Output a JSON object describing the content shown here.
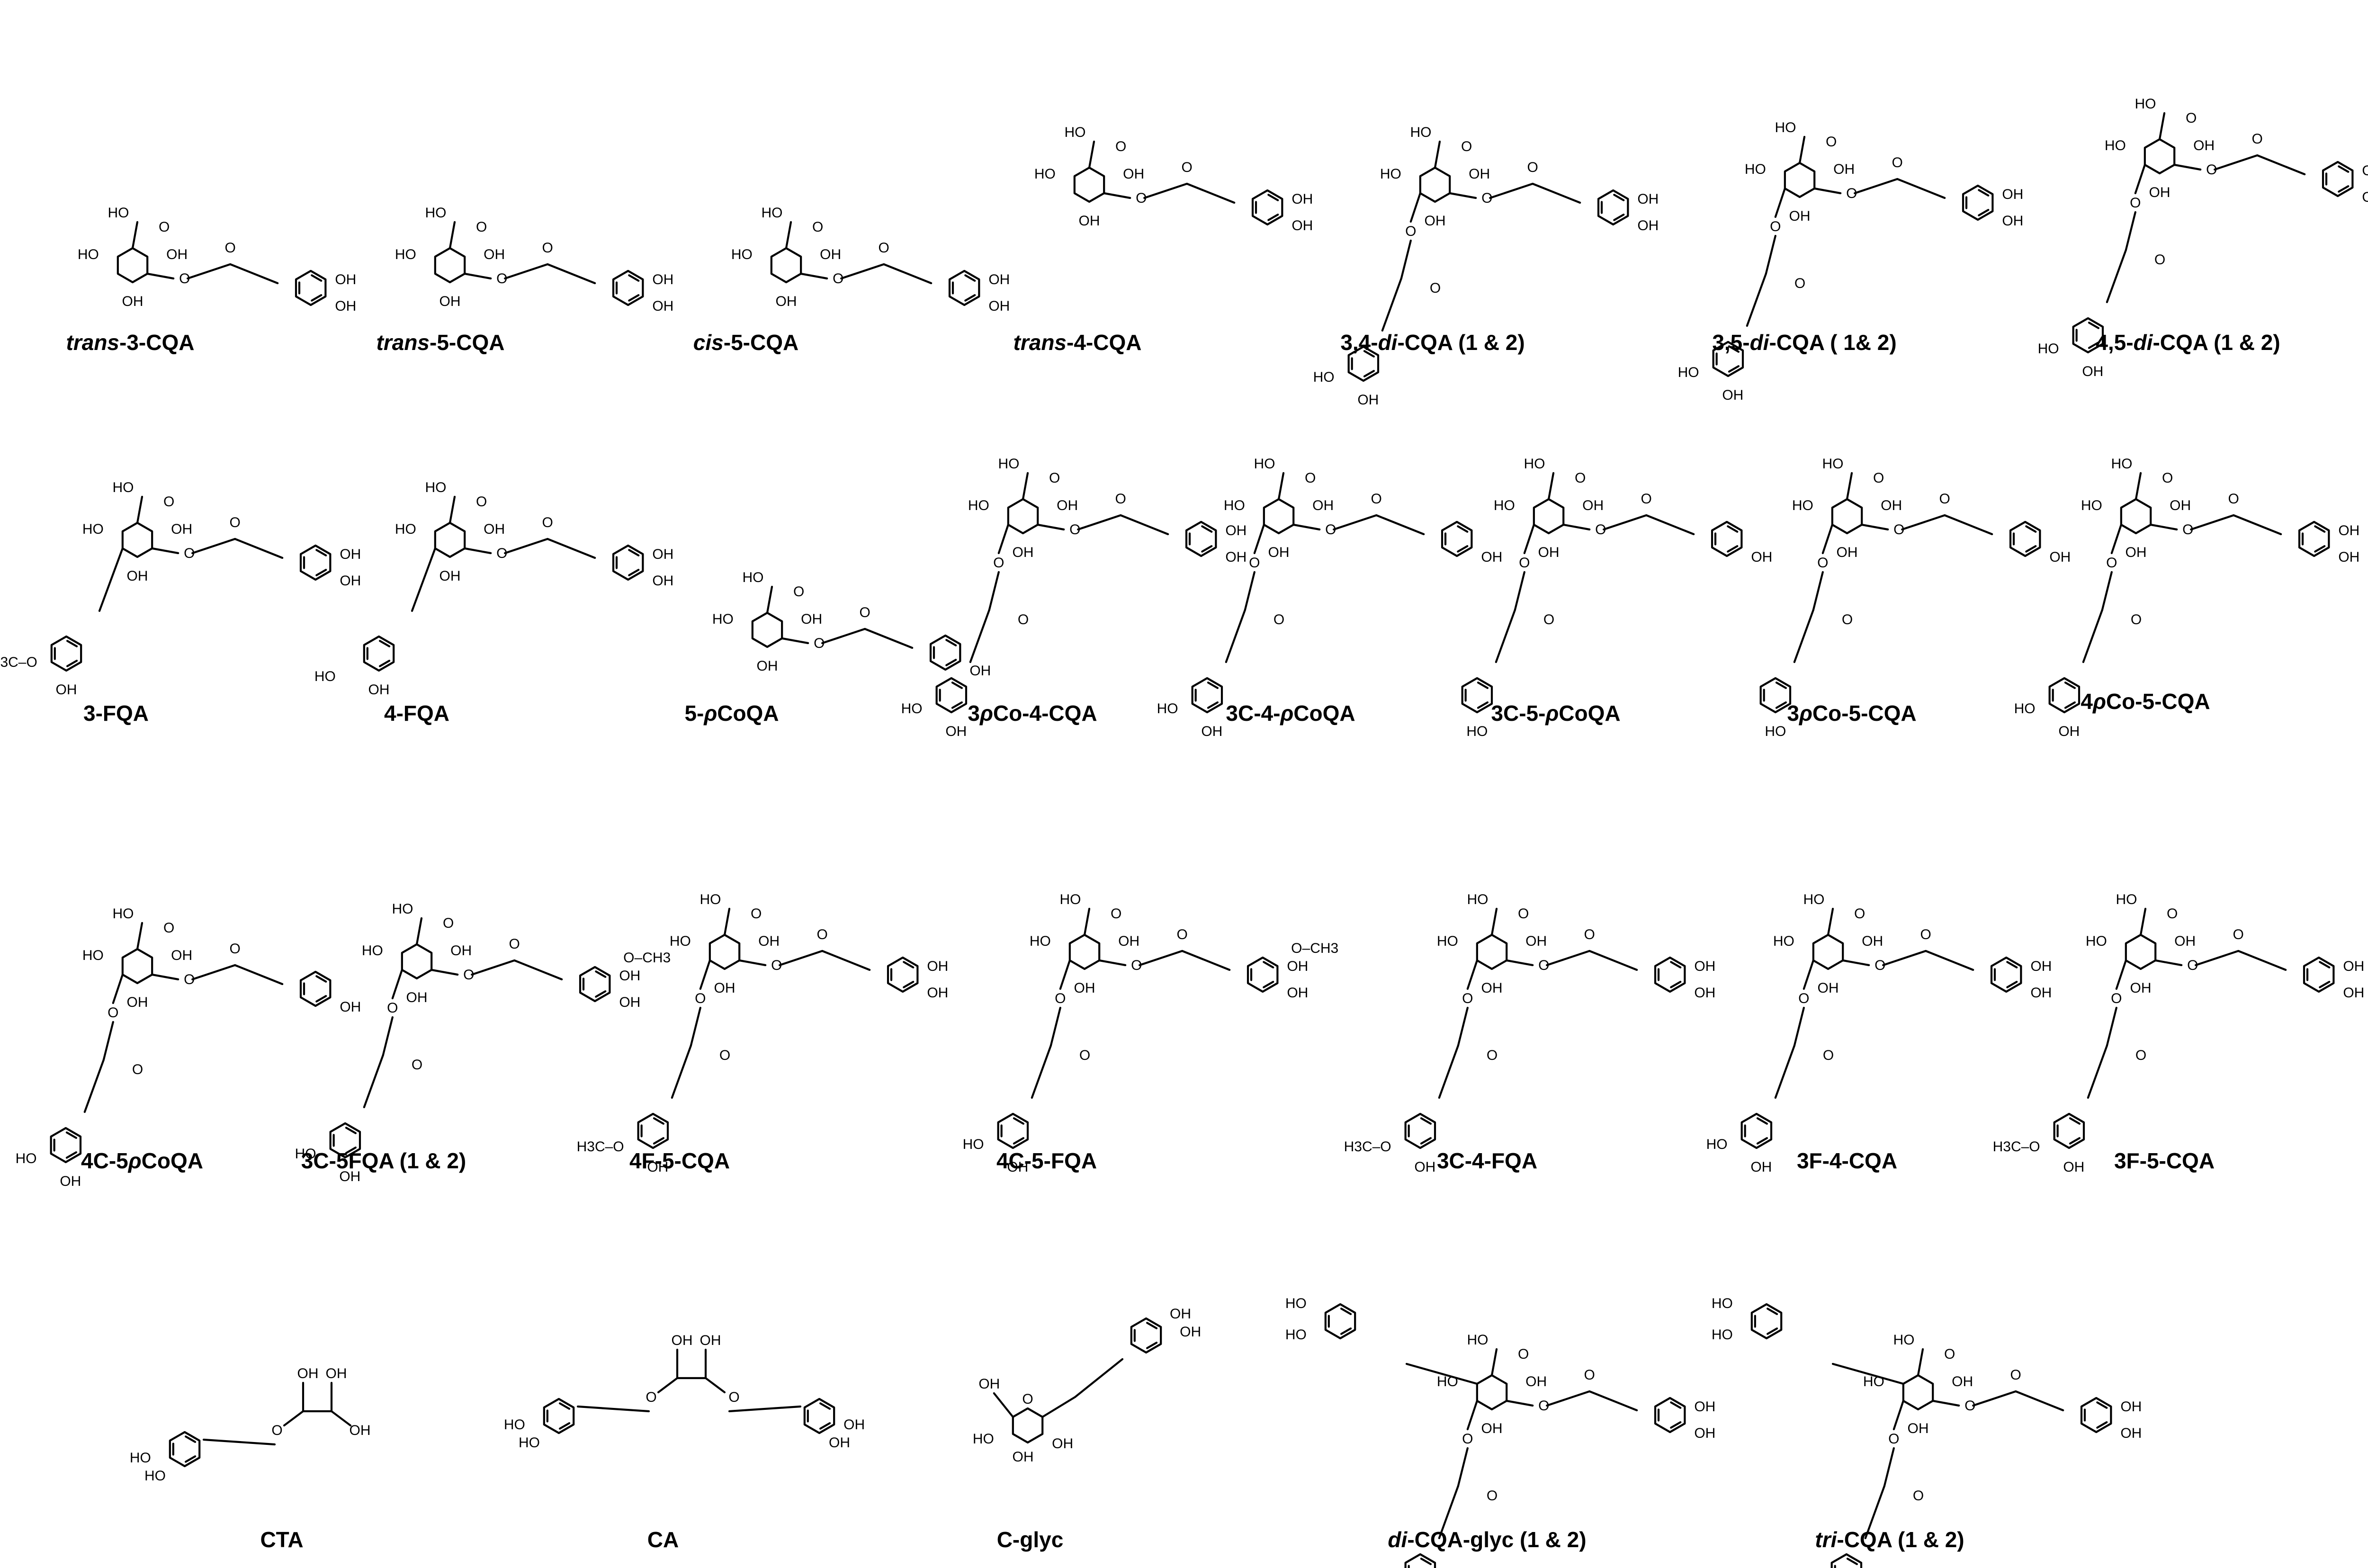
{
  "figure": {
    "compounds": [
      {
        "id": "t3cqa",
        "caption": [
          {
            "t": "trans",
            "i": true
          },
          {
            "t": "-3-CQA"
          }
        ]
      },
      {
        "id": "t5cqa",
        "caption": [
          {
            "t": "trans",
            "i": true
          },
          {
            "t": "-5-CQA"
          }
        ]
      },
      {
        "id": "c5cqa",
        "caption": [
          {
            "t": "cis",
            "i": true
          },
          {
            "t": "-5-CQA"
          }
        ]
      },
      {
        "id": "t4cqa",
        "caption": [
          {
            "t": "trans",
            "i": true
          },
          {
            "t": "-4-CQA"
          }
        ]
      },
      {
        "id": "d34",
        "caption": [
          {
            "t": "3,4-"
          },
          {
            "t": "di",
            "i": true
          },
          {
            "t": "-CQA  (1 & 2)"
          }
        ]
      },
      {
        "id": "d35",
        "caption": [
          {
            "t": "3,5-"
          },
          {
            "t": "di",
            "i": true
          },
          {
            "t": "-CQA  ( 1& 2)"
          }
        ]
      },
      {
        "id": "d45",
        "caption": [
          {
            "t": "4,5-"
          },
          {
            "t": "di",
            "i": true
          },
          {
            "t": "-CQA  (1 & 2)"
          }
        ]
      },
      {
        "id": "f3",
        "caption": [
          {
            "t": "3-FQA"
          }
        ]
      },
      {
        "id": "f4",
        "caption": [
          {
            "t": "4-FQA"
          }
        ]
      },
      {
        "id": "p5",
        "caption": [
          {
            "t": "5-"
          },
          {
            "t": "ρ",
            "i": true
          },
          {
            "t": "CoQA"
          }
        ]
      },
      {
        "id": "p3c4",
        "caption": [
          {
            "t": "3"
          },
          {
            "t": "ρ",
            "i": true
          },
          {
            "t": "Co-4-CQA"
          }
        ]
      },
      {
        "id": "c3p4",
        "caption": [
          {
            "t": "3C-4-"
          },
          {
            "t": "ρ",
            "i": true
          },
          {
            "t": "CoQA"
          }
        ]
      },
      {
        "id": "c3p5",
        "caption": [
          {
            "t": "3C-5-"
          },
          {
            "t": "ρ",
            "i": true
          },
          {
            "t": "CoQA"
          }
        ]
      },
      {
        "id": "p3c5",
        "caption": [
          {
            "t": "3"
          },
          {
            "t": "ρ",
            "i": true
          },
          {
            "t": "Co-5-CQA"
          }
        ]
      },
      {
        "id": "p4c5",
        "caption": [
          {
            "t": "4"
          },
          {
            "t": "ρ",
            "i": true
          },
          {
            "t": "Co-5-CQA"
          }
        ]
      },
      {
        "id": "c4p5",
        "caption": [
          {
            "t": "4C-5"
          },
          {
            "t": "ρ",
            "i": true
          },
          {
            "t": "CoQA"
          }
        ]
      },
      {
        "id": "c3f5",
        "caption": [
          {
            "t": "3C-5FQA  (1 & 2)"
          }
        ]
      },
      {
        "id": "f4c5",
        "caption": [
          {
            "t": "4F-5-CQA"
          }
        ]
      },
      {
        "id": "c4f5",
        "caption": [
          {
            "t": "4C-5-FQA"
          }
        ]
      },
      {
        "id": "c3f4",
        "caption": [
          {
            "t": "3C-4-FQA"
          }
        ]
      },
      {
        "id": "f3c4",
        "caption": [
          {
            "t": "3F-4-CQA"
          }
        ]
      },
      {
        "id": "f3c5",
        "caption": [
          {
            "t": "3F-5-CQA"
          }
        ]
      },
      {
        "id": "cta",
        "caption": [
          {
            "t": "CTA"
          }
        ]
      },
      {
        "id": "ca",
        "caption": [
          {
            "t": "CA"
          }
        ]
      },
      {
        "id": "cglyc",
        "caption": [
          {
            "t": "C-glyc"
          }
        ]
      },
      {
        "id": "dglyc",
        "caption": [
          {
            "t": "di",
            "i": true
          },
          {
            "t": "-CQA-glyc  (1 & 2)"
          }
        ]
      },
      {
        "id": "tri",
        "caption": [
          {
            "t": "tri",
            "i": true
          },
          {
            "t": "-CQA  (1 & 2)"
          }
        ]
      }
    ],
    "atom_labels": {
      "oh": "OH",
      "ho": "HO",
      "o": "O",
      "h3co": "H3C–O",
      "och3": "O–CH3",
      "h3c": "H3C",
      "ch3": "CH3"
    }
  }
}
